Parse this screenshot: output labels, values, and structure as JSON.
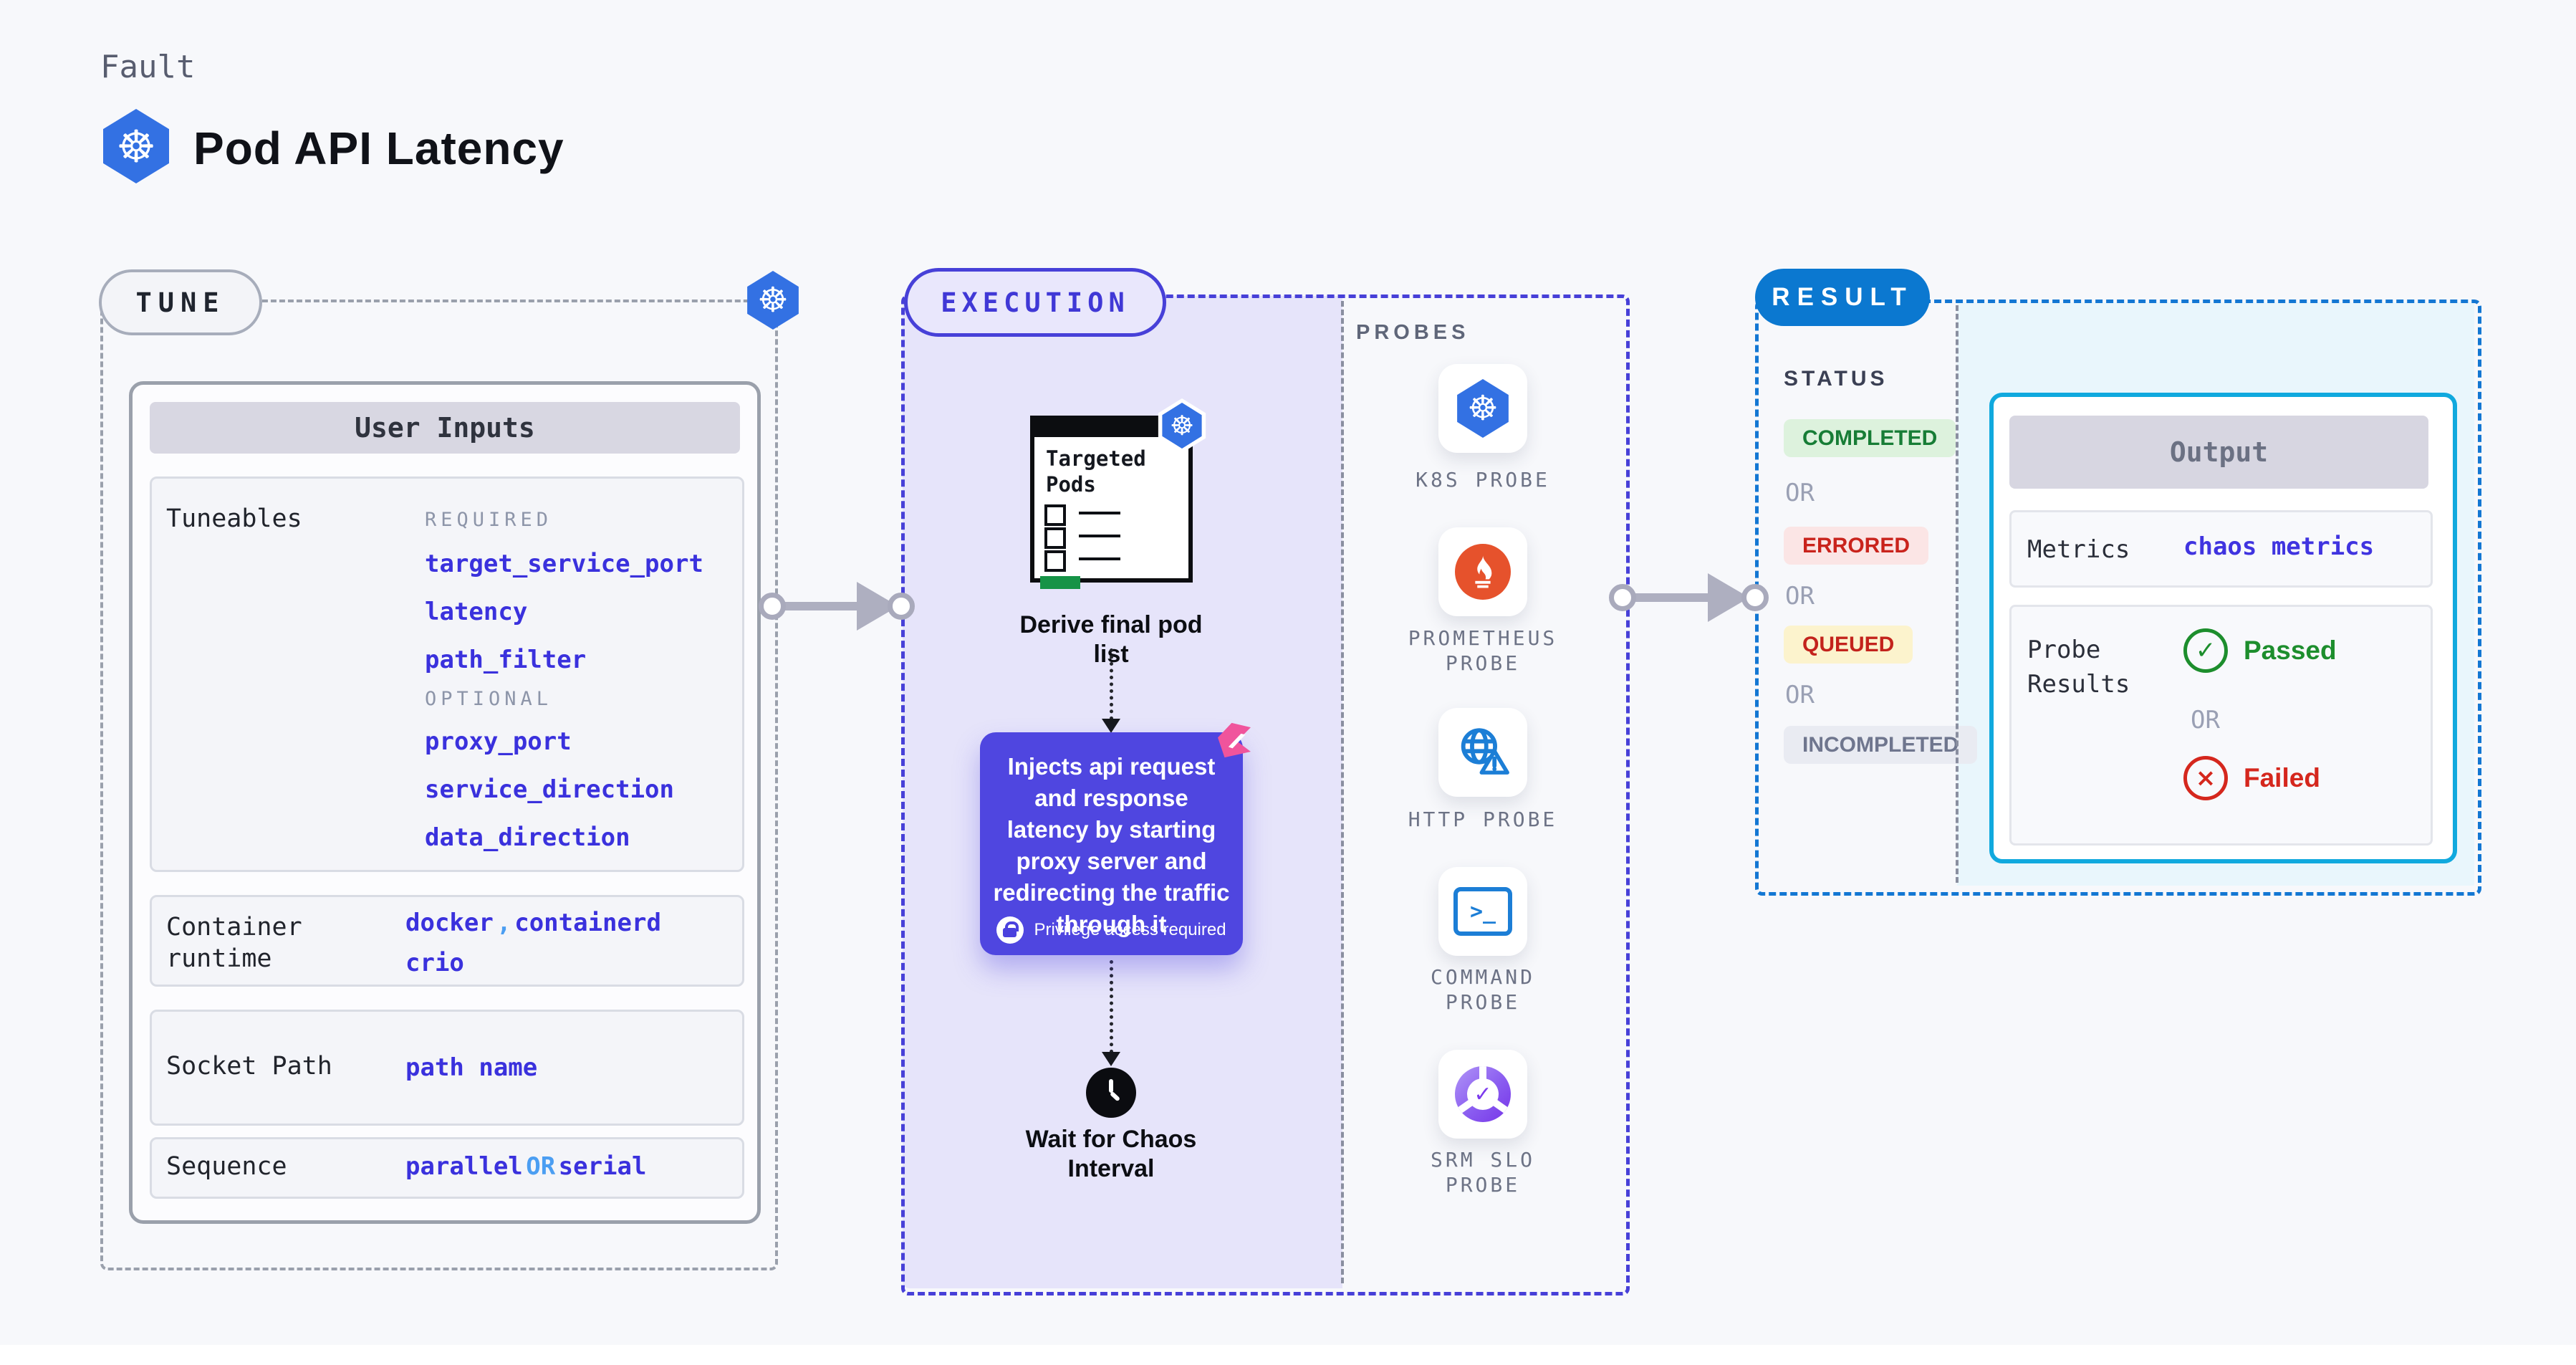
{
  "header": {
    "eyebrow": "Fault",
    "title": "Pod API Latency",
    "logo": "kubernetes-icon"
  },
  "tune": {
    "pill": "TUNE",
    "user_inputs": {
      "title": "User Inputs",
      "tuneables_label": "Tuneables",
      "required_label": "REQUIRED",
      "required_items": [
        "target_service_port",
        "latency",
        "path_filter"
      ],
      "optional_label": "OPTIONAL",
      "optional_items": [
        "proxy_port",
        "service_direction",
        "data_direction"
      ],
      "container_runtime": {
        "label": "Container runtime",
        "values": [
          "docker",
          "containerd",
          "crio"
        ],
        "separator": ","
      },
      "socket_path": {
        "label": "Socket Path",
        "value": "path name"
      },
      "sequence": {
        "label": "Sequence",
        "value_a": "parallel",
        "connector": "OR",
        "value_b": "serial"
      }
    }
  },
  "execution": {
    "pill": "EXECUTION",
    "targeted_pods_title": "Targeted Pods",
    "derive_caption": "Derive final pod list",
    "inject_description": "Injects api request and response latency by starting proxy server and redirecting the traffic through it",
    "privilege_note": "Privilege access required",
    "wait_caption": "Wait for Chaos Interval"
  },
  "probes": {
    "panel_label": "PROBES",
    "items": [
      {
        "label": "K8S PROBE",
        "icon": "kubernetes-icon"
      },
      {
        "label": "PROMETHEUS PROBE",
        "icon": "prometheus-flame-icon"
      },
      {
        "label": "HTTP PROBE",
        "icon": "globe-alert-icon"
      },
      {
        "label": "COMMAND PROBE",
        "icon": "terminal-icon"
      },
      {
        "label": "SRM SLO PROBE",
        "icon": "slo-donut-check-icon"
      }
    ]
  },
  "result": {
    "pill": "RESULT",
    "status_label": "STATUS",
    "or_label": "OR",
    "statuses": [
      {
        "text": "COMPLETED",
        "fg": "#177d36",
        "bg": "#ddf2dd"
      },
      {
        "text": "ERRORED",
        "fg": "#c9231c",
        "bg": "#fbe5e5"
      },
      {
        "text": "QUEUED",
        "fg": "#c3231c",
        "bg": "#fcf3cd"
      },
      {
        "text": "INCOMPLETED",
        "fg": "#6f768e",
        "bg": "#e9ebf2"
      }
    ],
    "output": {
      "title": "Output",
      "metrics_label": "Metrics",
      "metrics_value": "chaos metrics",
      "probe_results_label": "Probe Results",
      "passed_label": "Passed",
      "or_label": "OR",
      "failed_label": "Failed"
    }
  },
  "colors": {
    "accent_indigo": "#4038d6",
    "accent_blue": "#0b78d0",
    "accent_cyan": "#10a9de",
    "value_text": "#3a31dd",
    "passed_green": "#1d8e2d",
    "failed_red": "#d5271d",
    "arrow_gray": "#aeafc0",
    "k8s_blue": "#3371e3",
    "prometheus_orange": "#e6522c",
    "probe_blue": "#1c7ed6",
    "inject_purple": "#4f46e0",
    "chaos_pink": "#f0549c"
  }
}
